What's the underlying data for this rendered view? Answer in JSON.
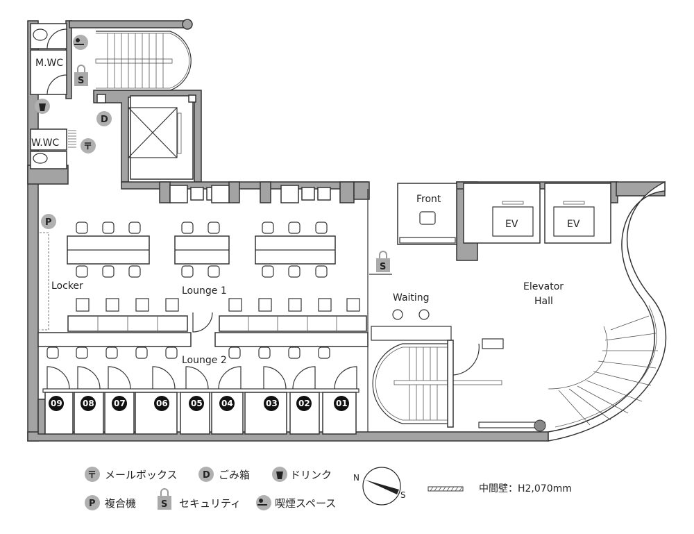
{
  "rooms": {
    "mens_wc": "M.WC",
    "womens_wc": "W.WC",
    "locker": "Locker",
    "lounge1": "Lounge 1",
    "lounge2": "Lounge 2",
    "waiting": "Waiting",
    "front": "Front",
    "elevator_hall_1": "Elevator",
    "elevator_hall_2": "Hall",
    "ev1": "EV",
    "ev2": "EV"
  },
  "booths": [
    "09",
    "08",
    "07",
    "06",
    "05",
    "04",
    "03",
    "02",
    "01"
  ],
  "icon_letters": {
    "printer": "P",
    "security": "S",
    "trash": "D",
    "mailbox": "〒"
  },
  "legend": {
    "mailbox": "メールボックス",
    "trash": "ごみ箱",
    "drink": "ドリンク",
    "printer": "複合機",
    "security": "セキュリティ",
    "smoking": "喫煙スペース",
    "partition": "中間壁：H2,070mm"
  },
  "compass": {
    "north": "N",
    "south": "S"
  },
  "colors": {
    "wall": "#a3a3a3",
    "icon": "#b0b0b0",
    "booth_badge": "#111111"
  }
}
